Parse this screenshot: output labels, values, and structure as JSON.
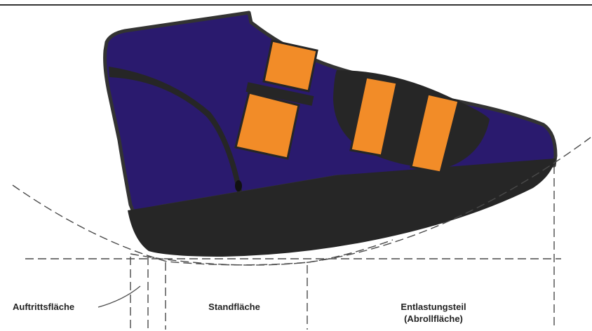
{
  "colors": {
    "upper": "#2a1a6e",
    "sole": "#262626",
    "outline": "#333333",
    "strap": "#f28c28",
    "line": "#4a4a4a",
    "background": "#ffffff"
  },
  "labels": {
    "auftritt": "Auftrittsfläche",
    "stand": "Standfläche",
    "entlastung_line1": "Entlastungsteil",
    "entlastung_line2": "(Abrollfläche)"
  }
}
